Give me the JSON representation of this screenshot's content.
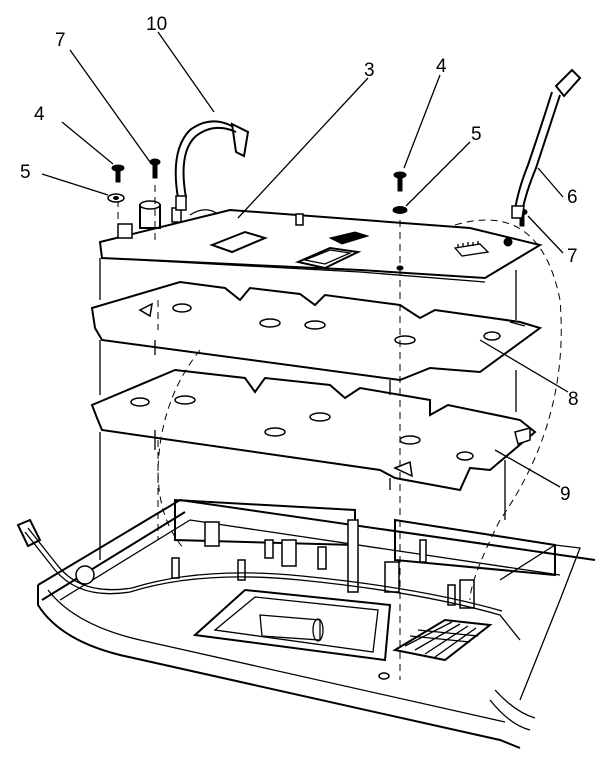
{
  "callouts": [
    {
      "id": "c7a",
      "label": "7"
    },
    {
      "id": "c10",
      "label": "10"
    },
    {
      "id": "c3",
      "label": "3"
    },
    {
      "id": "c4a",
      "label": "4"
    },
    {
      "id": "c5a",
      "label": "5"
    },
    {
      "id": "c4b",
      "label": "4"
    },
    {
      "id": "c5b",
      "label": "5"
    },
    {
      "id": "c6",
      "label": "6"
    },
    {
      "id": "c7b",
      "label": "7"
    },
    {
      "id": "c8",
      "label": "8"
    },
    {
      "id": "c9",
      "label": "9"
    }
  ]
}
